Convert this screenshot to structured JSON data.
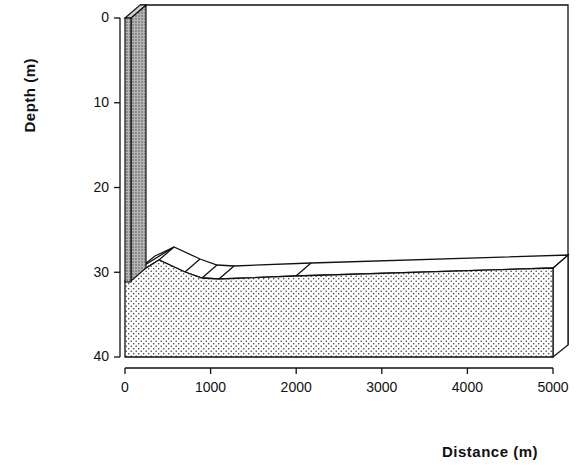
{
  "diagram": {
    "labels": [
      "Depth (m)",
      "0",
      "10",
      "20",
      "30",
      "40",
      "0",
      "1000",
      "2000",
      "3000",
      "4000",
      "5000",
      "Distance (m)"
    ]
  }
}
